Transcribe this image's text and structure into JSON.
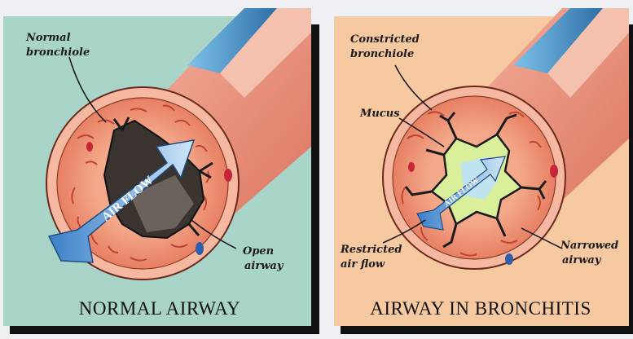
{
  "panels": {
    "normal": {
      "caption": "NORMAL AIRWAY",
      "label_bronchiole_line1": "Normal",
      "label_bronchiole_line2": "bronchiole",
      "label_open_line1": "Open",
      "label_open_line2": "airway",
      "flow_label": "AIR FLOW",
      "background_color": "#a9d4c8"
    },
    "bronchitis": {
      "caption": "AIRWAY IN BRONCHITIS",
      "label_constricted_line1": "Constricted",
      "label_constricted_line2": "bronchiole",
      "label_mucus": "Mucus",
      "label_restricted_line1": "Restricted",
      "label_restricted_line2": "air flow",
      "label_narrowed_line1": "Narrowed",
      "label_narrowed_line2": "airway",
      "flow_label": "AIR FLOW",
      "background_color": "#f7c9a0"
    }
  },
  "colors": {
    "tissue": "#f2a07f",
    "tissue_dark": "#d9684e",
    "tube_blue": "#3a8fc4",
    "mucus": "#d9ef9a",
    "arrow": "#4a8fd0"
  }
}
